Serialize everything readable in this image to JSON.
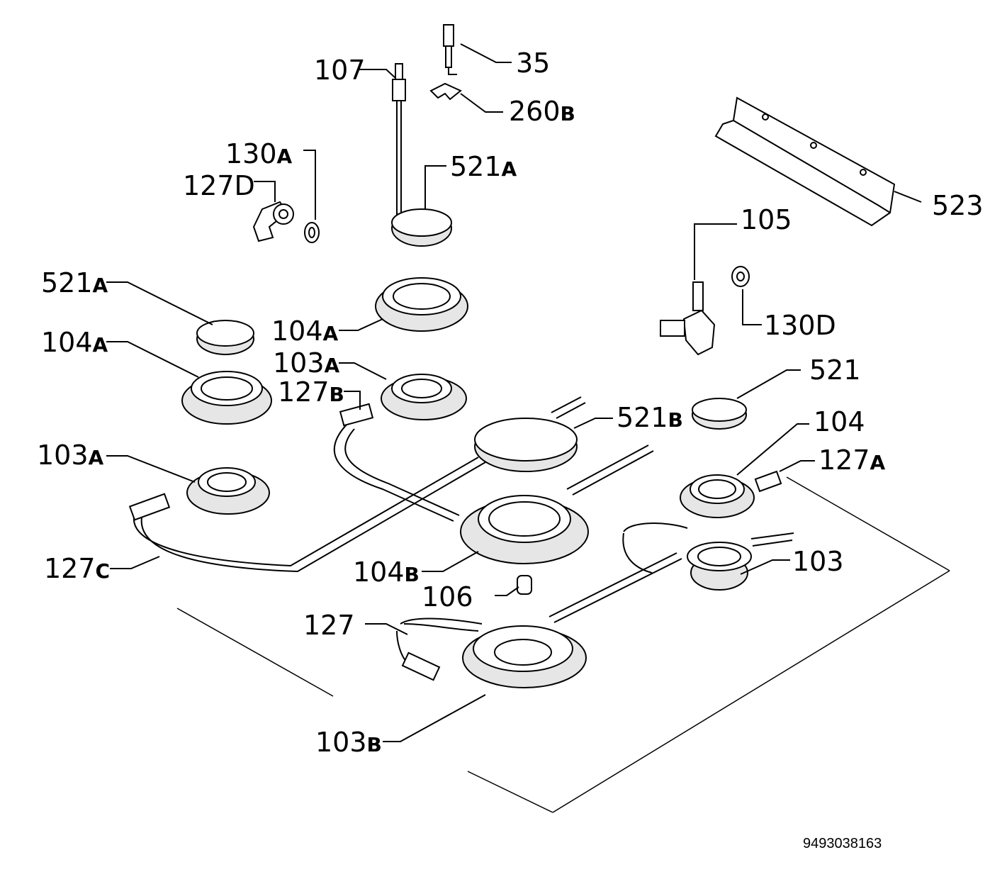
{
  "document_id": "9493038163",
  "labels": {
    "p107": "107",
    "p35": "35",
    "p260b": "260",
    "p260b_s": "B",
    "p130a": "130",
    "p130a_s": "A",
    "p127d": "127",
    "p127d_s": "D",
    "p521a_top": "521",
    "p521a_top_s": "A",
    "p523": "523",
    "p105": "105",
    "p521a_left": "521",
    "p521a_left_s": "A",
    "p104a_center": "104",
    "p104a_center_s": "A",
    "p130d": "130",
    "p130d_s": "D",
    "p104a_left": "104",
    "p104a_left_s": "A",
    "p103a_center": "103",
    "p103a_center_s": "A",
    "p521": "521",
    "p127b": "127",
    "p127b_s": "B",
    "p521b": "521",
    "p521b_s": "B",
    "p104": "104",
    "p103a_left": "103",
    "p103a_left_s": "A",
    "p127a": "127",
    "p127a_s": "A",
    "p127c": "127",
    "p127c_s": "C",
    "p104b": "104",
    "p104b_s": "B",
    "p103": "103",
    "p106": "106",
    "p127": "127",
    "p103b": "103",
    "p103b_s": "B"
  }
}
